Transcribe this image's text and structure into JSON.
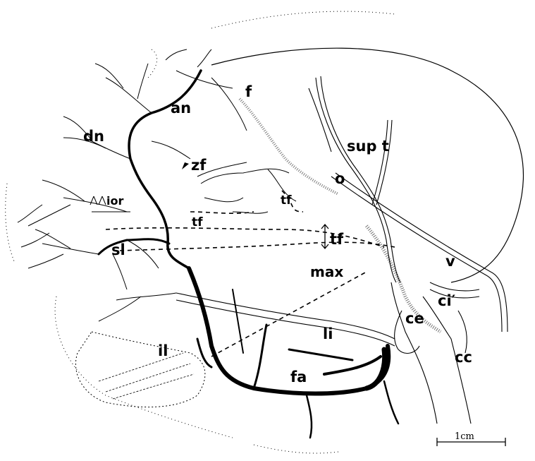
{
  "labels": {
    "an": "an",
    "f": "f",
    "dn": "dn",
    "zf": "zf",
    "sup_t": "sup t",
    "o": "o",
    "ior": "ior",
    "tf_upper": "tf",
    "tf_left": "tf",
    "tf_mid": "tf",
    "sl": "sl",
    "max": "max",
    "v": "v",
    "ci": "ci′",
    "ce": "ce",
    "li": "li",
    "il": "il",
    "cc": "cc",
    "fa": "fa"
  },
  "scale_bar": {
    "label": "1cm"
  },
  "colors": {
    "ink": "#000000",
    "paper": "#ffffff"
  }
}
